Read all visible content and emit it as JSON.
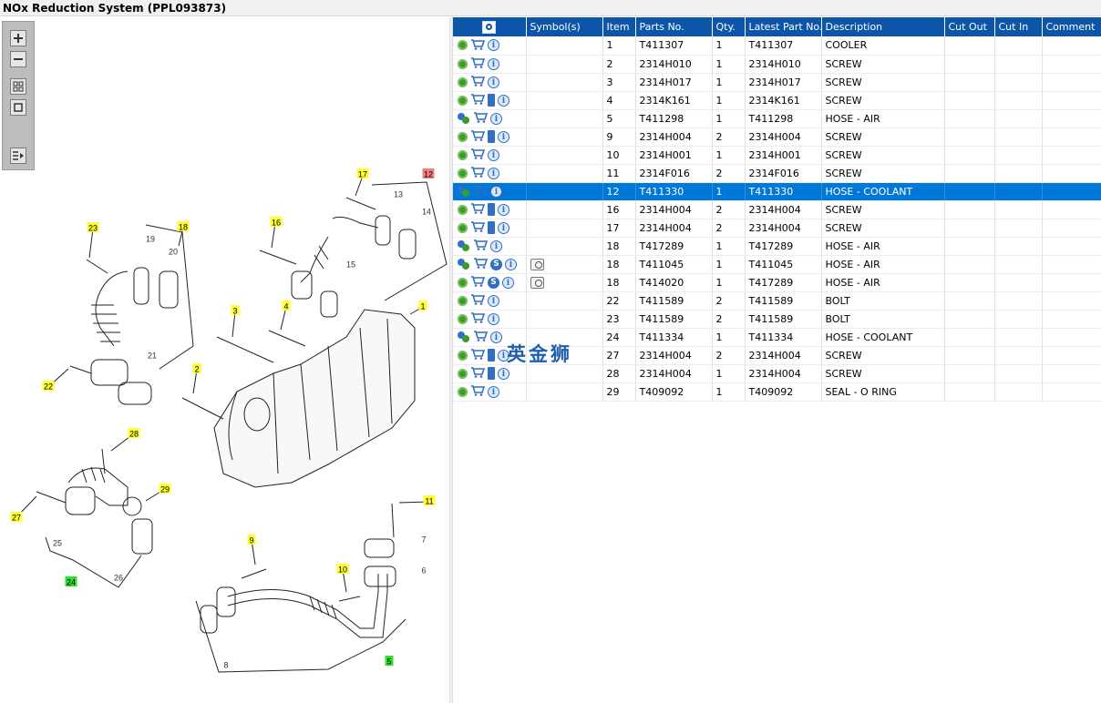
{
  "window": {
    "title": "NOx Reduction System (PPL093873)"
  },
  "toolbar": {
    "items": [
      {
        "name": "zoom-in-icon"
      },
      {
        "name": "zoom-out-icon"
      },
      {
        "name": "fit-all-icon"
      },
      {
        "name": "fit-window-icon"
      },
      {
        "name": "list-toggle-icon"
      }
    ]
  },
  "diagram": {
    "callouts_yellow": [
      "17",
      "16",
      "23",
      "18",
      "3",
      "4",
      "1",
      "2",
      "22",
      "28",
      "29",
      "27",
      "11",
      "9",
      "10"
    ],
    "callouts_red": [
      "12"
    ],
    "callouts_green": [
      "24",
      "5"
    ],
    "labels": [
      "13",
      "14",
      "15",
      "19",
      "20",
      "21",
      "25",
      "26",
      "7",
      "6",
      "8"
    ]
  },
  "table": {
    "headers": [
      "Symbol(s)",
      "Item",
      "Parts No.",
      "Qty.",
      "Latest Part No.",
      "Description",
      "Cut Out",
      "Cut In",
      "Comment"
    ],
    "selected_row": 8,
    "rows": [
      {
        "icons": [
          "gear",
          "cart",
          "info"
        ],
        "sym": [],
        "item": "1",
        "part": "T411307",
        "qty": "1",
        "latest": "T411307",
        "desc": "COOLER"
      },
      {
        "icons": [
          "gear",
          "cart",
          "info"
        ],
        "sym": [],
        "item": "2",
        "part": "2314H010",
        "qty": "1",
        "latest": "2314H010",
        "desc": "SCREW"
      },
      {
        "icons": [
          "gear",
          "cart",
          "info"
        ],
        "sym": [],
        "item": "3",
        "part": "2314H017",
        "qty": "1",
        "latest": "2314H017",
        "desc": "SCREW"
      },
      {
        "icons": [
          "gear",
          "cart",
          "book",
          "info"
        ],
        "sym": [],
        "item": "4",
        "part": "2314K161",
        "qty": "1",
        "latest": "2314K161",
        "desc": "SCREW"
      },
      {
        "icons": [
          "gear-dual",
          "cart",
          "info"
        ],
        "sym": [],
        "item": "5",
        "part": "T411298",
        "qty": "1",
        "latest": "T411298",
        "desc": "HOSE - AIR"
      },
      {
        "icons": [
          "gear",
          "cart",
          "book",
          "info"
        ],
        "sym": [],
        "item": "9",
        "part": "2314H004",
        "qty": "2",
        "latest": "2314H004",
        "desc": "SCREW"
      },
      {
        "icons": [
          "gear",
          "cart",
          "info"
        ],
        "sym": [],
        "item": "10",
        "part": "2314H001",
        "qty": "1",
        "latest": "2314H001",
        "desc": "SCREW"
      },
      {
        "icons": [
          "gear",
          "cart",
          "info"
        ],
        "sym": [],
        "item": "11",
        "part": "2314F016",
        "qty": "2",
        "latest": "2314F016",
        "desc": "SCREW"
      },
      {
        "icons": [
          "gear-dual",
          "cart",
          "info"
        ],
        "sym": [],
        "item": "12",
        "part": "T411330",
        "qty": "1",
        "latest": "T411330",
        "desc": "HOSE - COOLANT"
      },
      {
        "icons": [
          "gear",
          "cart",
          "book",
          "info"
        ],
        "sym": [],
        "item": "16",
        "part": "2314H004",
        "qty": "2",
        "latest": "2314H004",
        "desc": "SCREW"
      },
      {
        "icons": [
          "gear",
          "cart",
          "book",
          "info"
        ],
        "sym": [],
        "item": "17",
        "part": "2314H004",
        "qty": "2",
        "latest": "2314H004",
        "desc": "SCREW"
      },
      {
        "icons": [
          "gear-dual",
          "cart",
          "info"
        ],
        "sym": [],
        "item": "18",
        "part": "T417289",
        "qty": "1",
        "latest": "T417289",
        "desc": "HOSE - AIR"
      },
      {
        "icons": [
          "gear-dual",
          "cart",
          "s-badge",
          "info"
        ],
        "sym": [
          "lens"
        ],
        "item": "18",
        "part": "T411045",
        "qty": "1",
        "latest": "T411045",
        "desc": "HOSE - AIR"
      },
      {
        "icons": [
          "gear",
          "cart",
          "s-badge",
          "info"
        ],
        "sym": [
          "lens"
        ],
        "item": "18",
        "part": "T414020",
        "qty": "1",
        "latest": "T417289",
        "desc": "HOSE - AIR"
      },
      {
        "icons": [
          "gear",
          "cart",
          "info"
        ],
        "sym": [],
        "item": "22",
        "part": "T411589",
        "qty": "2",
        "latest": "T411589",
        "desc": "BOLT"
      },
      {
        "icons": [
          "gear",
          "cart",
          "info"
        ],
        "sym": [],
        "item": "23",
        "part": "T411589",
        "qty": "2",
        "latest": "T411589",
        "desc": "BOLT"
      },
      {
        "icons": [
          "gear-dual",
          "cart",
          "info"
        ],
        "sym": [],
        "item": "24",
        "part": "T411334",
        "qty": "1",
        "latest": "T411334",
        "desc": "HOSE - COOLANT"
      },
      {
        "icons": [
          "gear",
          "cart",
          "book",
          "info"
        ],
        "sym": [],
        "item": "27",
        "part": "2314H004",
        "qty": "2",
        "latest": "2314H004",
        "desc": "SCREW"
      },
      {
        "icons": [
          "gear",
          "cart",
          "book",
          "info"
        ],
        "sym": [],
        "item": "28",
        "part": "2314H004",
        "qty": "1",
        "latest": "2314H004",
        "desc": "SCREW"
      },
      {
        "icons": [
          "gear",
          "cart",
          "info"
        ],
        "sym": [],
        "item": "29",
        "part": "T409092",
        "qty": "1",
        "latest": "T409092",
        "desc": "SEAL - O RING"
      }
    ]
  },
  "watermark": "英金狮",
  "colors": {
    "header_bg": "#0c55a8",
    "selected_row": "#0078d7",
    "callout_yellow": "#ffff33",
    "callout_red": "#f08080",
    "callout_green": "#33dd33"
  }
}
